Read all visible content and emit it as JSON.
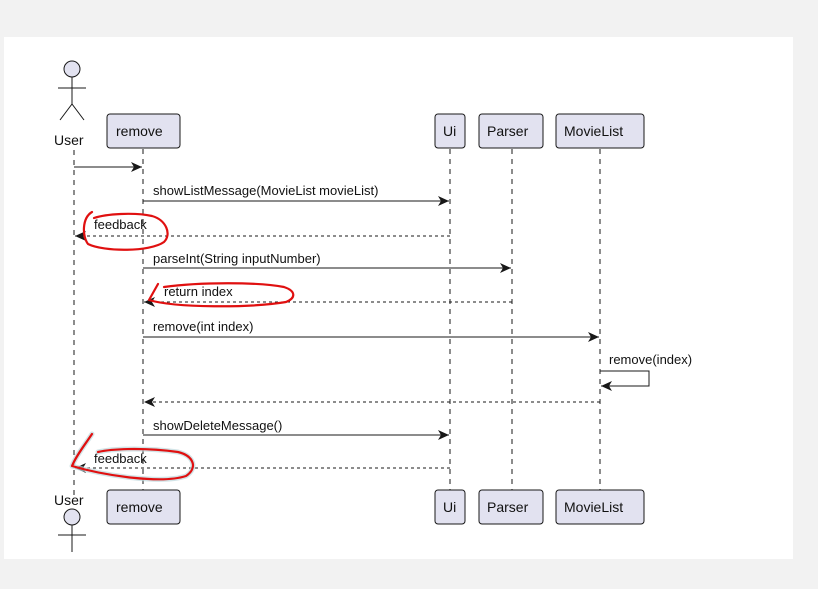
{
  "participants": {
    "user": "User",
    "remove": "remove",
    "ui": "Ui",
    "parser": "Parser",
    "movielist": "MovieList"
  },
  "messages": {
    "m1": "showListMessage(MovieList movieList)",
    "m2": "feedback",
    "m3": "parseInt(String inputNumber)",
    "m4": "return index",
    "m5": "remove(int index)",
    "m6": "remove(index)",
    "m7": "showDeleteMessage()",
    "m8": "feedback"
  },
  "colors": {
    "participant_fill": "#e2e2f0",
    "participant_stroke": "#181818",
    "lifeline": "#181818",
    "annotation": "#e01010"
  }
}
